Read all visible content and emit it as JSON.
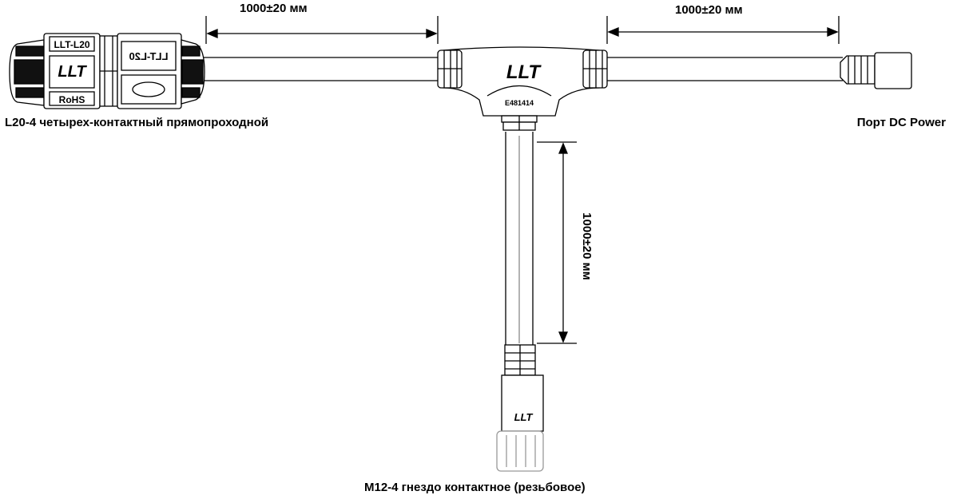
{
  "dimensions": {
    "left_cable": "1000±20 мм",
    "right_cable": "1000±20 мм",
    "bottom_cable": "1000±20 мм"
  },
  "labels": {
    "left_connector": "L20-4 четырех-контактный прямопроходной",
    "right_connector": "Порт DC Power",
    "bottom_connector": "M12-4 гнездо контактное (резьбовое)"
  },
  "markings": {
    "l20_model": "LLT-L20",
    "l20_brand": "LLT",
    "l20_rohs": "RoHS",
    "l20_model_mirrored": "LLT-L20",
    "tee_brand": "LLT",
    "tee_cert": "E481414",
    "m12_brand": "LLT"
  }
}
